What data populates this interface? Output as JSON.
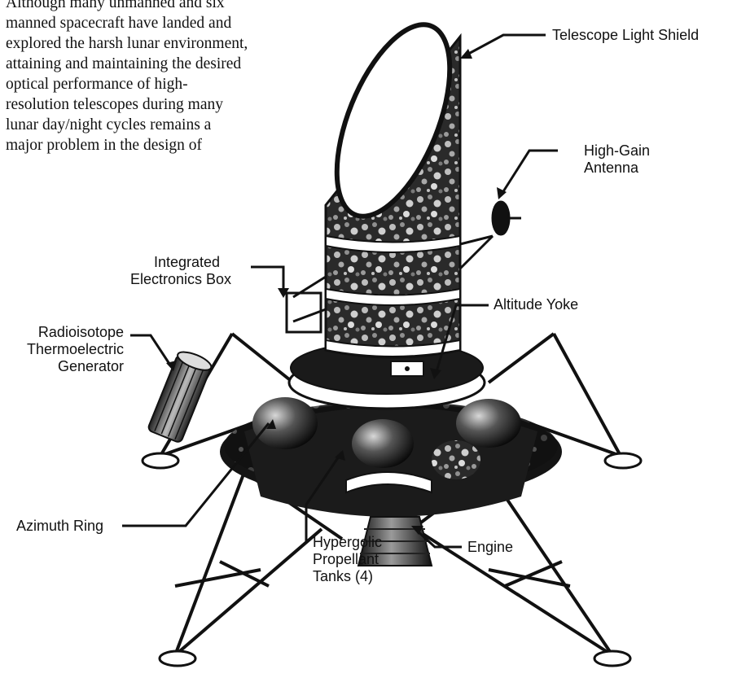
{
  "paragraph_lines": [
    "Although many unmanned and six",
    "manned spacecraft have landed and",
    "explored the harsh lunar environment,",
    "attaining and maintaining the desired",
    "optical performance of high-",
    "resolution telescopes during many",
    "lunar day/night cycles remains a",
    "major problem in the design of"
  ],
  "labels": {
    "telescope_light_shield": "Telescope Light Shield",
    "high_gain_antenna": [
      "High-Gain",
      "Antenna"
    ],
    "integrated_electronics_box": [
      "Integrated",
      "Electronics Box"
    ],
    "altitude_yoke": "Altitude Yoke",
    "rtg": [
      "Radioisotope",
      "Thermoelectric",
      "Generator"
    ],
    "azimuth_ring": "Azimuth Ring",
    "engine": "Engine",
    "propellant_tanks": [
      "Hypergolic",
      "Propellant",
      "Tanks (4)"
    ]
  },
  "colors": {
    "ink": "#111111",
    "body": "#1a1a1a",
    "speckle": "#9a9a9a",
    "pad": "#ffffff"
  }
}
